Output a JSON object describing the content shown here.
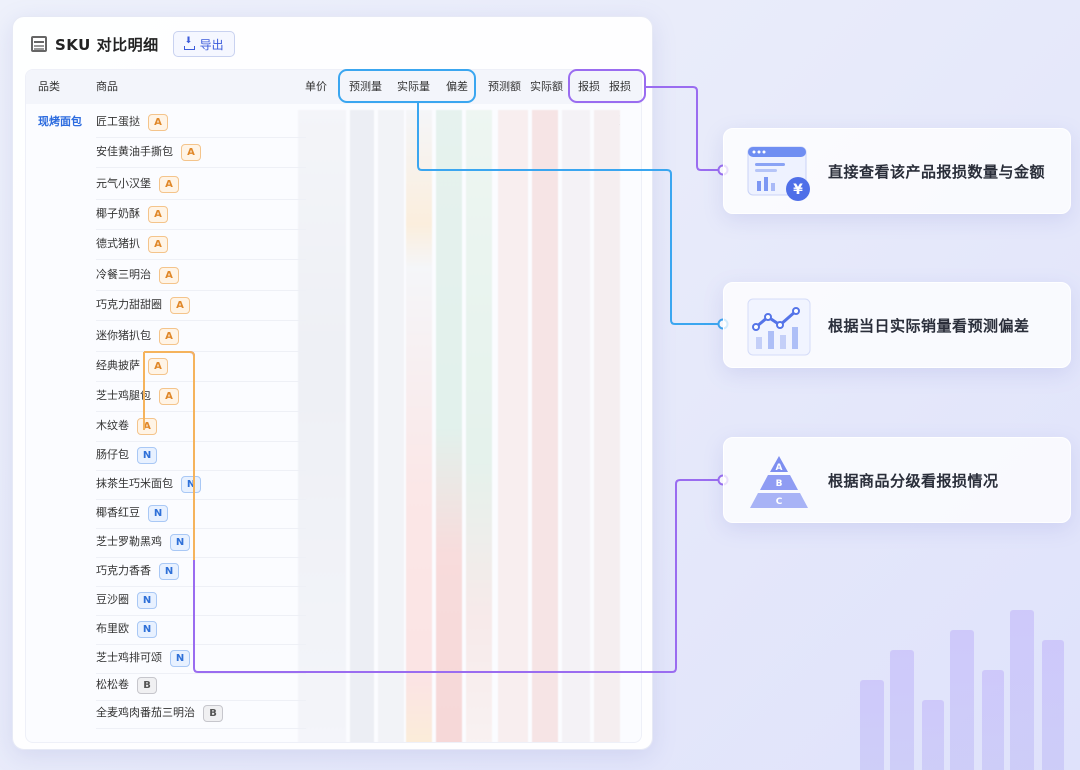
{
  "header": {
    "title": "SKU 对比明细",
    "export_label": "导出"
  },
  "table": {
    "columns": [
      "品类",
      "商品",
      "单价",
      "预测量",
      "实际量",
      "偏差",
      "预测额",
      "实际额",
      "报损",
      "报损额"
    ],
    "category": "现烤面包",
    "rows": [
      {
        "name": "匠工蛋挞",
        "grade": "A"
      },
      {
        "name": "安佳黄油手撕包",
        "grade": "A"
      },
      {
        "name": "元气小汉堡",
        "grade": "A"
      },
      {
        "name": "椰子奶酥",
        "grade": "A"
      },
      {
        "name": "德式猪扒",
        "grade": "A"
      },
      {
        "name": "冷餐三明治",
        "grade": "A"
      },
      {
        "name": "巧克力甜甜圈",
        "grade": "A"
      },
      {
        "name": "迷你猪扒包",
        "grade": "A"
      },
      {
        "name": "经典披萨",
        "grade": "A"
      },
      {
        "name": "芝士鸡腿包",
        "grade": "A"
      },
      {
        "name": "木纹卷",
        "grade": "A"
      },
      {
        "name": "肠仔包",
        "grade": "N"
      },
      {
        "name": "抹茶生巧米面包",
        "grade": "N"
      },
      {
        "name": "椰香红豆",
        "grade": "N"
      },
      {
        "name": "芝士罗勒黑鸡",
        "grade": "N"
      },
      {
        "name": "巧克力香香",
        "grade": "N"
      },
      {
        "name": "豆沙圈",
        "grade": "N"
      },
      {
        "name": "布里欧",
        "grade": "N"
      },
      {
        "name": "芝士鸡排可颂",
        "grade": "N"
      },
      {
        "name": "松松卷",
        "grade": "B"
      },
      {
        "name": "全麦鸡肉番茄三明治",
        "grade": "B"
      }
    ]
  },
  "features": [
    {
      "text": "直接查看该产品报损数量与金额",
      "icon": "dashboard-yuan-icon"
    },
    {
      "text": "根据当日实际销量看预测偏差",
      "icon": "line-bar-chart-icon"
    },
    {
      "text": "根据商品分级看报损情况",
      "icon": "abc-pyramid-icon"
    }
  ],
  "pyramid_labels": [
    "A",
    "B",
    "C"
  ],
  "colors": {
    "blue_line": "#3aa6f0",
    "purple_line": "#9a6cf0",
    "orange_line": "#f5b35c",
    "accent": "#2d6cdf"
  }
}
